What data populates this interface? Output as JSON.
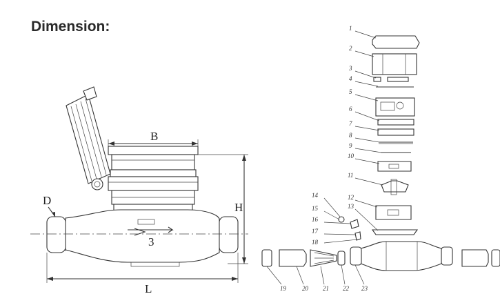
{
  "heading": "Dimension:",
  "dimensions": {
    "b": "B",
    "h": "H",
    "l": "L",
    "d": "D",
    "flow": "3"
  },
  "parts": [
    "1",
    "2",
    "3",
    "4",
    "5",
    "6",
    "7",
    "8",
    "9",
    "10",
    "11",
    "12",
    "13",
    "14",
    "15",
    "16",
    "17",
    "18",
    "19",
    "20",
    "21",
    "22",
    "23"
  ]
}
